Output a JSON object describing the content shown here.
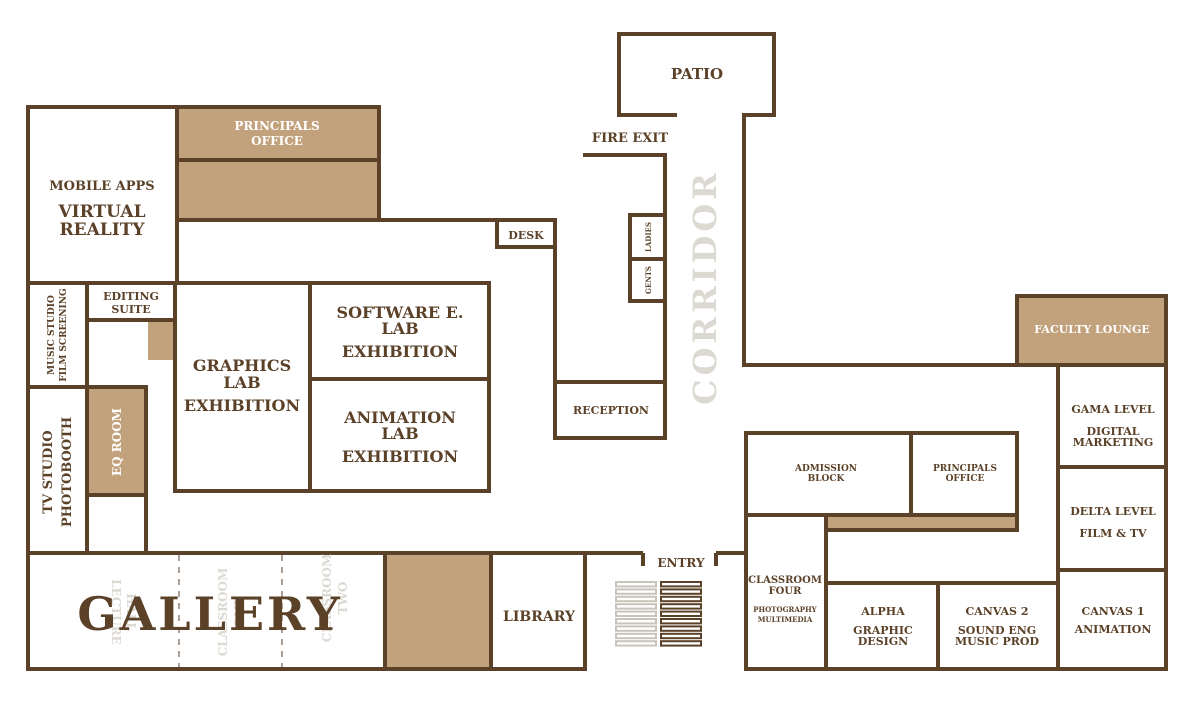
{
  "colors": {
    "wall": "#5b4128",
    "accent_fill": "#c2a27c",
    "corridor_text": "#dcd9d2",
    "background": "#ffffff"
  },
  "rooms": {
    "patio": "PATIO",
    "fire_exit": "FIRE EXIT",
    "corridor": "CORRIDOR",
    "principals_office_top_l1": "PRINCIPALS",
    "principals_office_top_l2": "OFFICE",
    "mobile_apps": "MOBILE APPS",
    "virtual_reality_l1": "VIRTUAL",
    "virtual_reality_l2": "REALITY",
    "desk": "DESK",
    "ladies": "LADIES",
    "gents": "GENTS",
    "music_studio_l1": "MUSIC STUDIO",
    "music_studio_l2": "FILM SCREENING",
    "editing_suite_l1": "EDITING",
    "editing_suite_l2": "SUITE",
    "graphics_lab_l1": "GRAPHICS",
    "graphics_lab_l2": "LAB",
    "graphics_lab_l3": "EXHIBITION",
    "software_lab_l1": "SOFTWARE E.",
    "software_lab_l2": "LAB",
    "software_lab_l3": "EXHIBITION",
    "animation_lab_l1": "ANIMATION",
    "animation_lab_l2": "LAB",
    "animation_lab_l3": "EXHIBITION",
    "reception": "RECEPTION",
    "faculty_lounge": "FACULTY LOUNGE",
    "tv_studio_l1": "TV STUDIO",
    "tv_studio_l2": "PHOTOBOOTH",
    "eq_room": "EQ ROOM",
    "admission_block_l1": "ADMISSION",
    "admission_block_l2": "BLOCK",
    "principals_office_right_l1": "PRINCIPALS",
    "principals_office_right_l2": "OFFICE",
    "gama_level_l1": "GAMA LEVEL",
    "gama_level_l2": "DIGITAL",
    "gama_level_l3": "MARKETING",
    "delta_level_l1": "DELTA LEVEL",
    "delta_level_l2": "FILM & TV",
    "entry": "ENTRY",
    "classroom_four_l1": "CLASSROOM",
    "classroom_four_l2": "FOUR",
    "classroom_four_l3": "PHOTOGRAPHY",
    "classroom_four_l4": "MULTIMEDIA",
    "alpha_l1": "ALPHA",
    "alpha_l2": "GRAPHIC",
    "alpha_l3": "DESIGN",
    "canvas2_l1": "CANVAS 2",
    "canvas2_l2": "SOUND ENG",
    "canvas2_l3": "MUSIC PROD",
    "canvas1_l1": "CANVAS 1",
    "canvas1_l2": "ANIMATION",
    "gallery": "GALLERY",
    "lecture_hall_l1": "LECTURE",
    "lecture_hall_l2": "HALL",
    "classroom_one_l1": "CLASSROOM",
    "classroom_one_l2": "ONE",
    "classroom_two_l1": "CLASSROOM",
    "classroom_two_l2": "TWO",
    "library": "LIBRARY"
  }
}
